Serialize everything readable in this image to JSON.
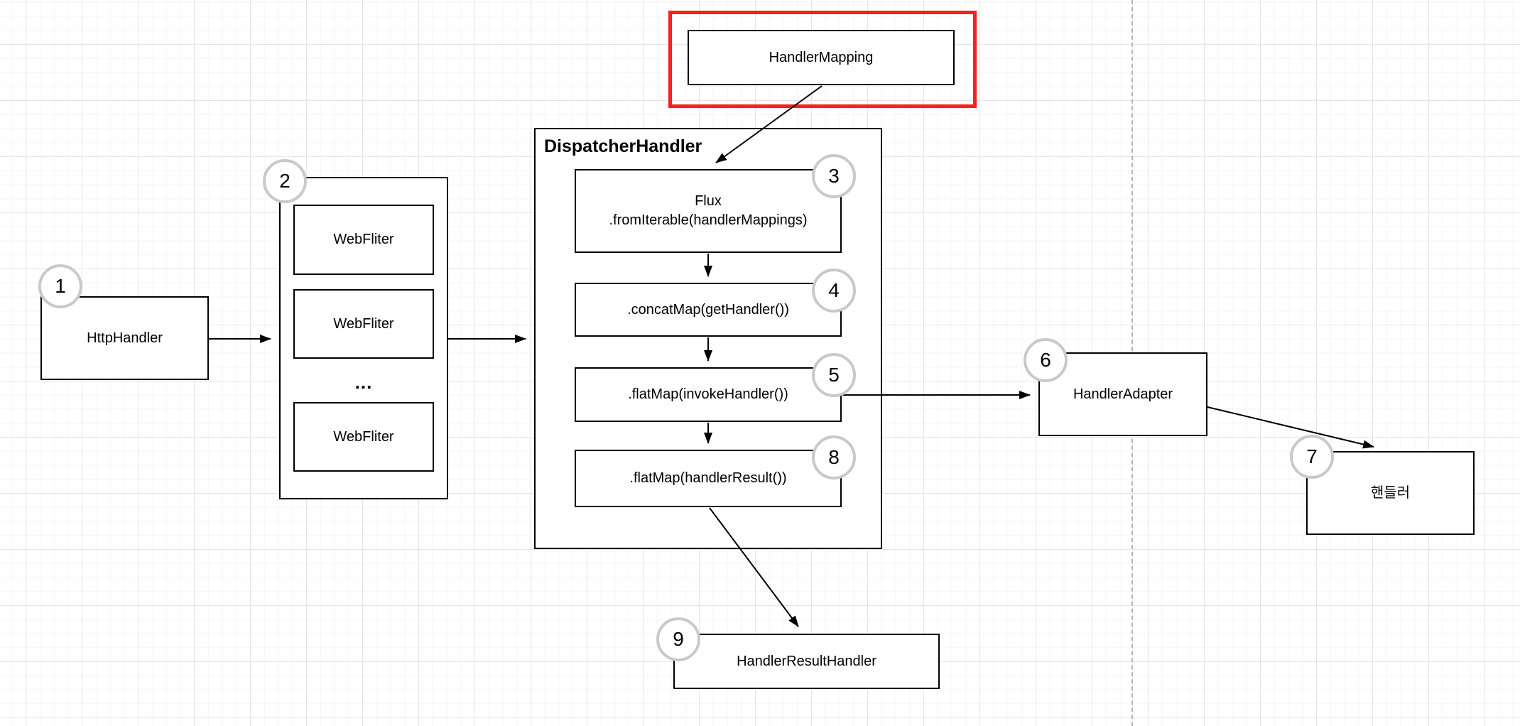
{
  "colors": {
    "highlight_red": "#fa1e1e",
    "shape_border": "#000000",
    "badge_ring": "#c9c9c9",
    "dashed_guide": "#b3b3b3"
  },
  "nodes": {
    "handler_mapping": {
      "label": "HandlerMapping"
    },
    "http_handler": {
      "label": "HttpHandler",
      "step": "1"
    },
    "web_filter_group": {
      "step": "2",
      "filters": [
        "WebFliter",
        "WebFliter",
        "WebFliter"
      ],
      "ellipsis": "..."
    },
    "dispatcher_handler": {
      "title": "DispatcherHandler",
      "flux": {
        "line1": "Flux",
        "line2": ".fromIterable(handlerMappings)",
        "step": "3"
      },
      "concat_map": {
        "label": ".concatMap(getHandler())",
        "step": "4"
      },
      "flat_map_invoke": {
        "label": ".flatMap(invokeHandler())",
        "step": "5"
      },
      "flat_map_result": {
        "label": ".flatMap(handlerResult())",
        "step": "8"
      }
    },
    "handler_adapter": {
      "label": "HandlerAdapter",
      "step": "6"
    },
    "handler_korean": {
      "label": "핸들러",
      "step": "7"
    },
    "handler_result_handler": {
      "label": "HandlerResultHandler",
      "step": "9"
    }
  }
}
